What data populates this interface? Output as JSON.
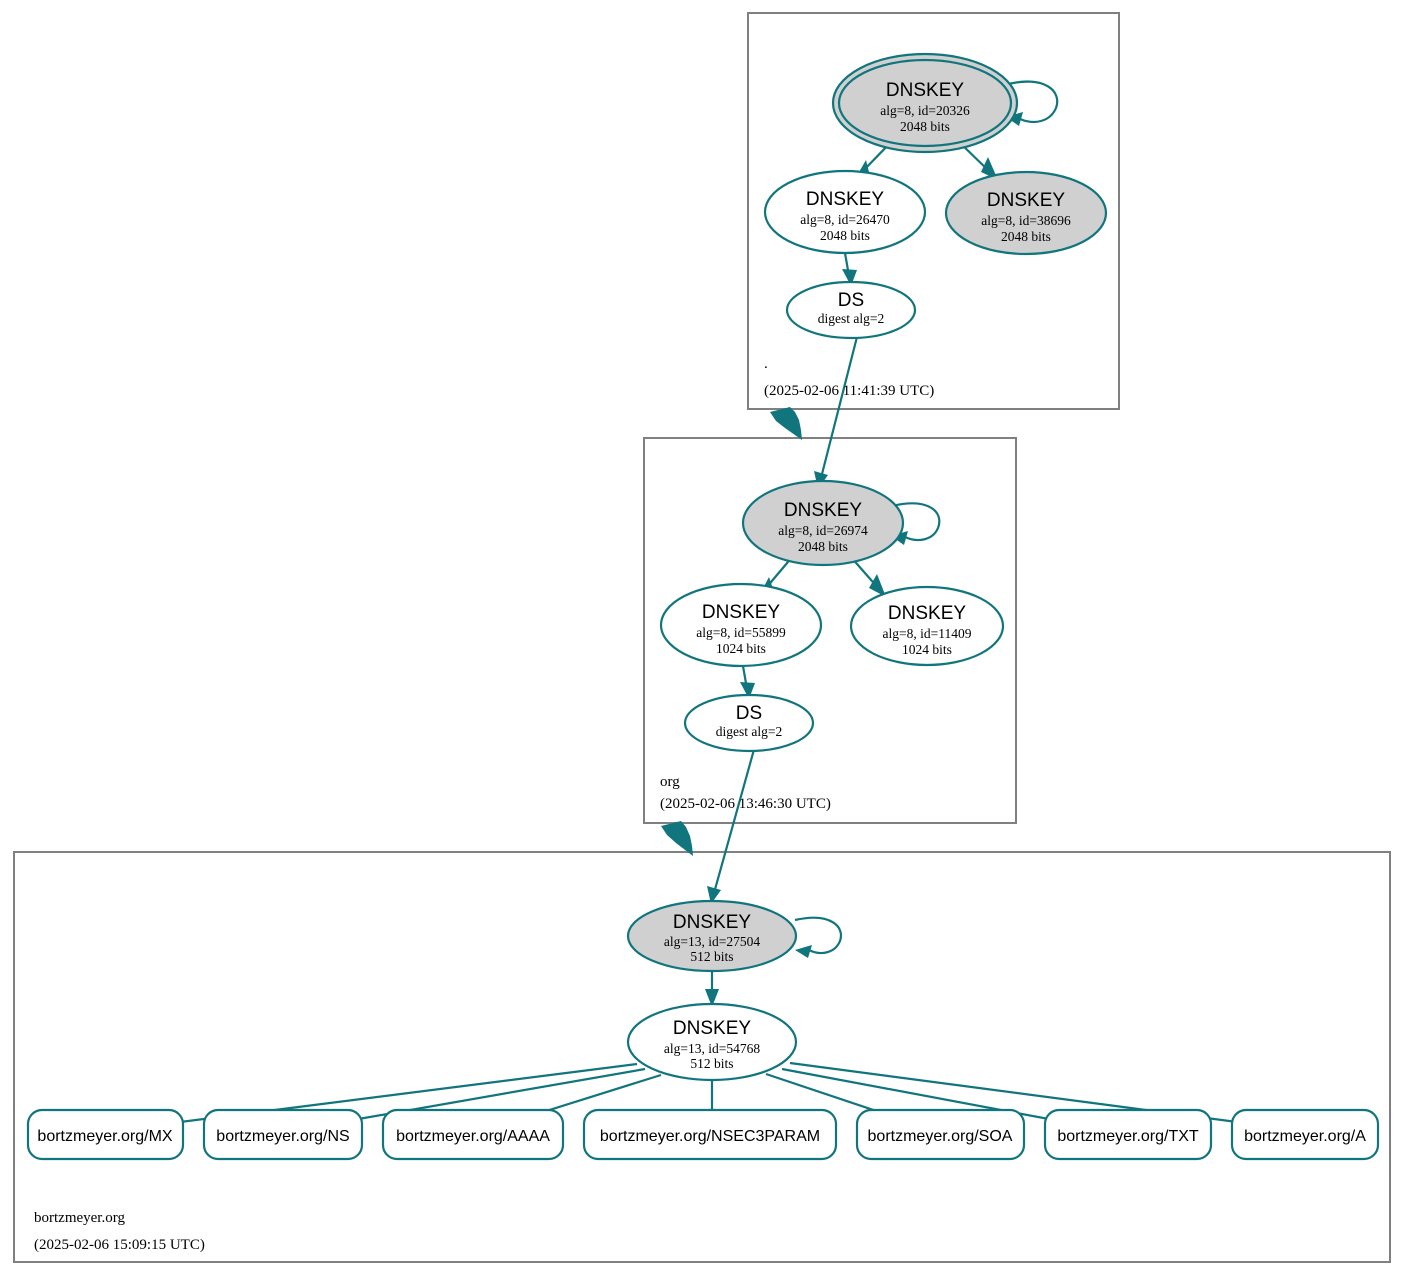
{
  "diagram": {
    "kind": "dnssec-authentication-chain",
    "accent_color": "#11757d",
    "zone_border_color": "#808080",
    "secure_key_fill": "#d0d0d0",
    "plain_key_fill": "#ffffff"
  },
  "zones": [
    {
      "id": "root",
      "name": ".",
      "timestamp": "(2025-02-06 11:41:39 UTC)"
    },
    {
      "id": "org",
      "name": "org",
      "timestamp": "(2025-02-06 13:46:30 UTC)"
    },
    {
      "id": "bortzmeyer",
      "name": "bortzmeyer.org",
      "timestamp": "(2025-02-06 15:09:15 UTC)"
    }
  ],
  "nodes": {
    "root_ksk": {
      "type": "DNSKEY",
      "title": "DNSKEY",
      "line2": "alg=8, id=20326",
      "line3": "2048 bits"
    },
    "root_zsk": {
      "type": "DNSKEY",
      "title": "DNSKEY",
      "line2": "alg=8, id=26470",
      "line3": "2048 bits"
    },
    "root_zsk2": {
      "type": "DNSKEY",
      "title": "DNSKEY",
      "line2": "alg=8, id=38696",
      "line3": "2048 bits"
    },
    "root_ds": {
      "type": "DS",
      "title": "DS",
      "line2": "digest alg=2"
    },
    "org_ksk": {
      "type": "DNSKEY",
      "title": "DNSKEY",
      "line2": "alg=8, id=26974",
      "line3": "2048 bits"
    },
    "org_zsk": {
      "type": "DNSKEY",
      "title": "DNSKEY",
      "line2": "alg=8, id=55899",
      "line3": "1024 bits"
    },
    "org_zsk2": {
      "type": "DNSKEY",
      "title": "DNSKEY",
      "line2": "alg=8, id=11409",
      "line3": "1024 bits"
    },
    "org_ds": {
      "type": "DS",
      "title": "DS",
      "line2": "digest alg=2"
    },
    "bz_ksk": {
      "type": "DNSKEY",
      "title": "DNSKEY",
      "line2": "alg=13, id=27504",
      "line3": "512 bits"
    },
    "bz_zsk": {
      "type": "DNSKEY",
      "title": "DNSKEY",
      "line2": "alg=13, id=54768",
      "line3": "512 bits"
    }
  },
  "rrsets": [
    {
      "label": "bortzmeyer.org/MX"
    },
    {
      "label": "bortzmeyer.org/NS"
    },
    {
      "label": "bortzmeyer.org/AAAA"
    },
    {
      "label": "bortzmeyer.org/NSEC3PARAM"
    },
    {
      "label": "bortzmeyer.org/SOA"
    },
    {
      "label": "bortzmeyer.org/TXT"
    },
    {
      "label": "bortzmeyer.org/A"
    }
  ]
}
